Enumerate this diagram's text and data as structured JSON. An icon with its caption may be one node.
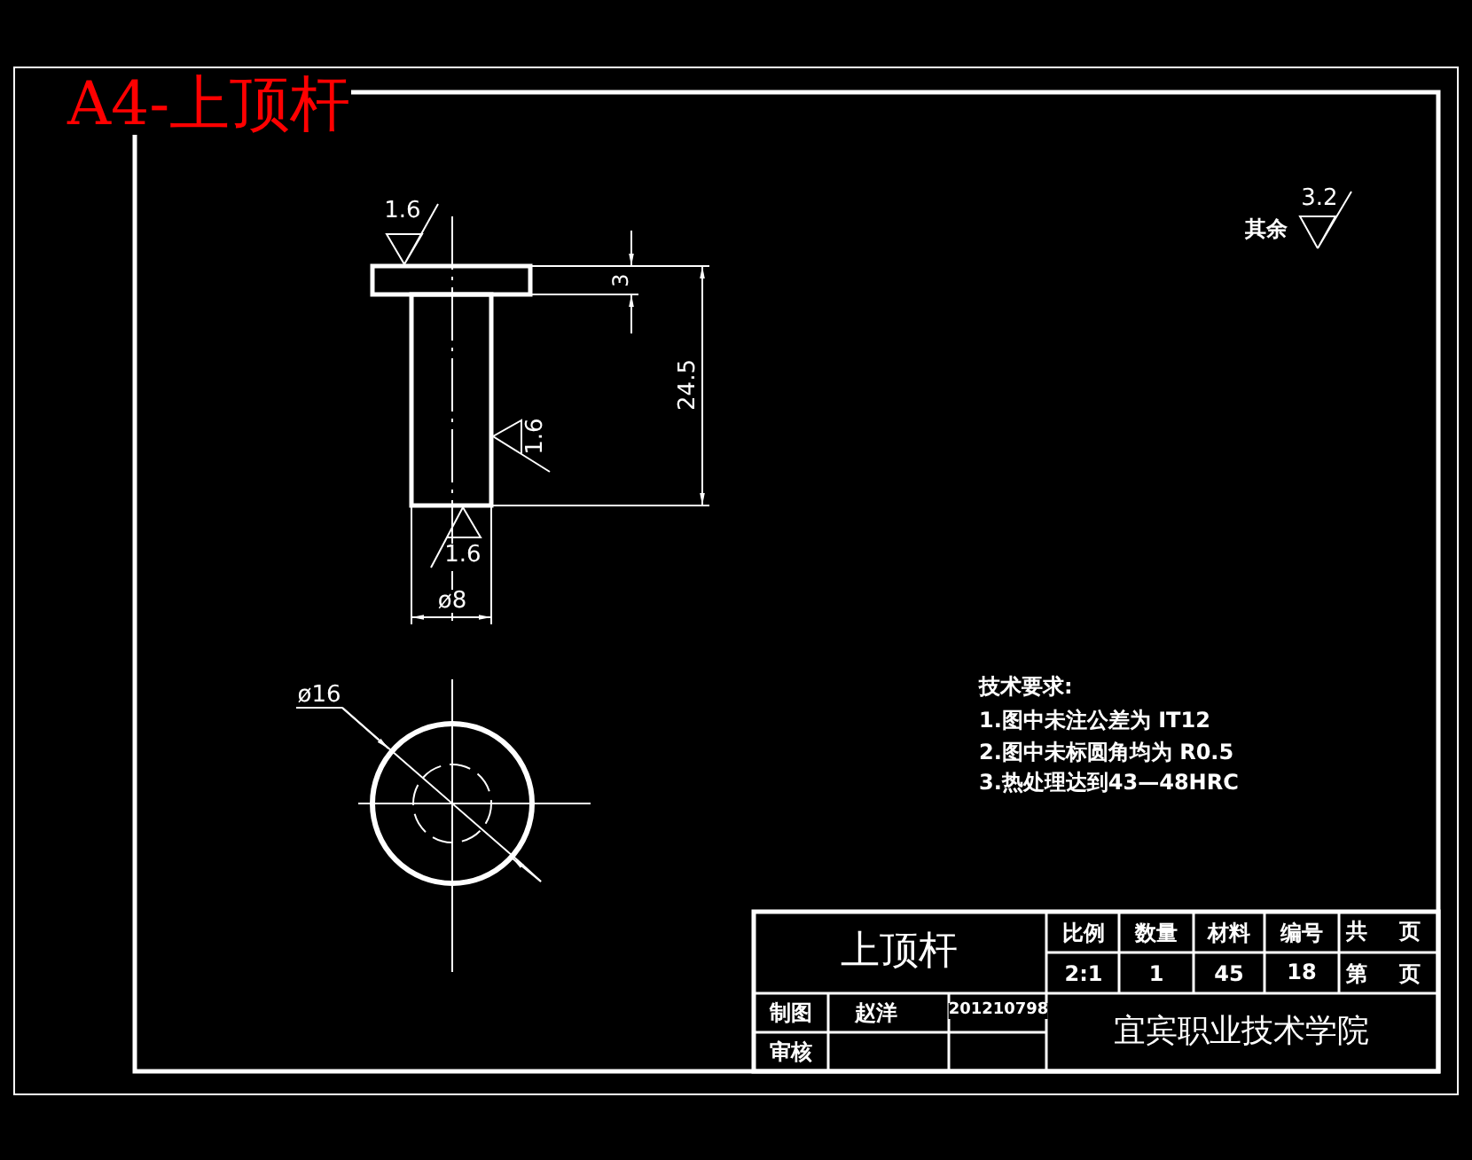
{
  "diagram": {
    "title": "A4-上顶杆",
    "labels": [
      "1.6",
      "3",
      "24.5",
      "1.6",
      "1.6",
      "ø8",
      "其余",
      "3.2",
      "ø16",
      "技术要求:",
      "1.图中未注公差为 IT12",
      "2.图中未标圆角均为 R0.5",
      "3.热处理达到43—48HRC",
      "上顶杆",
      "比例",
      "数量",
      "材料",
      "编号",
      "共",
      "页",
      "2:1",
      "1",
      "45",
      "18",
      "第",
      "页",
      "制图",
      "赵洋",
      "201210798",
      "宜宾职业技术学院",
      "审核"
    ]
  }
}
